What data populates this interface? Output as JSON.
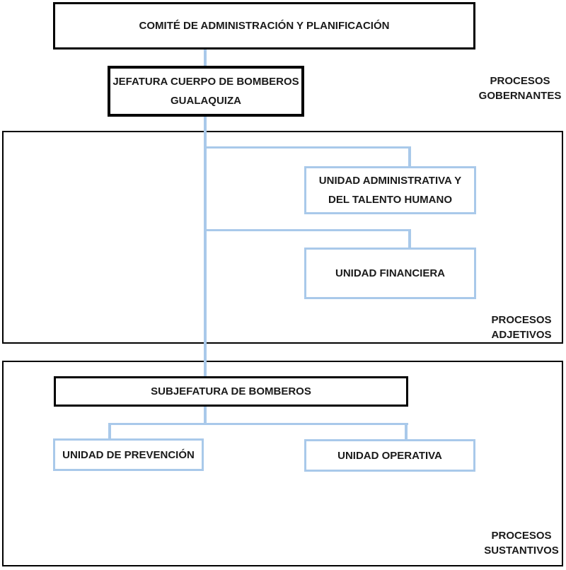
{
  "diagram_type": "org-chart",
  "org": {
    "comite": {
      "label": "COMITÉ DE ADMINISTRACIÓN Y PLANIFICACIÓN"
    },
    "jefatura": {
      "label": "JEFATURA CUERPO DE BOMBEROS GUALAQUIZA",
      "line1": "JEFATURA CUERPO DE BOMBEROS",
      "line2": "GUALAQUIZA"
    },
    "unidad_admin": {
      "label": "UNIDAD ADMINISTRATIVA Y DEL TALENTO HUMANO",
      "line1": "UNIDAD ADMINISTRATIVA Y",
      "line2": "DEL TALENTO HUMANO"
    },
    "unidad_financiera": {
      "label": "UNIDAD FINANCIERA"
    },
    "subjefatura": {
      "label": "SUBJEFATURA DE BOMBEROS"
    },
    "unidad_prevencion": {
      "label": "UNIDAD DE PREVENCIÓN"
    },
    "unidad_operativa": {
      "label": "UNIDAD OPERATIVA"
    }
  },
  "section_labels": {
    "gobernantes": {
      "label": "PROCESOS GOBERNANTES",
      "line1": "PROCESOS",
      "line2": "GOBERNANTES"
    },
    "adjetivos": {
      "label": "PROCESOS ADJETIVOS",
      "line1": "PROCESOS",
      "line2": "ADJETIVOS"
    },
    "sustantivos": {
      "label": "PROCESOS SUSTANTIVOS",
      "line1": "PROCESOS",
      "line2": "SUSTANTIVOS"
    }
  },
  "edges": [
    [
      "comite",
      "jefatura"
    ],
    [
      "jefatura",
      "unidad_admin"
    ],
    [
      "jefatura",
      "unidad_financiera"
    ],
    [
      "jefatura",
      "subjefatura"
    ],
    [
      "subjefatura",
      "unidad_prevencion"
    ],
    [
      "subjefatura",
      "unidad_operativa"
    ]
  ],
  "colors": {
    "connector": "#A9C9EA",
    "unit_box_border": "#A9C9EA",
    "main_box_border": "#000000",
    "text": "#1A1A1A",
    "background": "#FFFFFF"
  }
}
